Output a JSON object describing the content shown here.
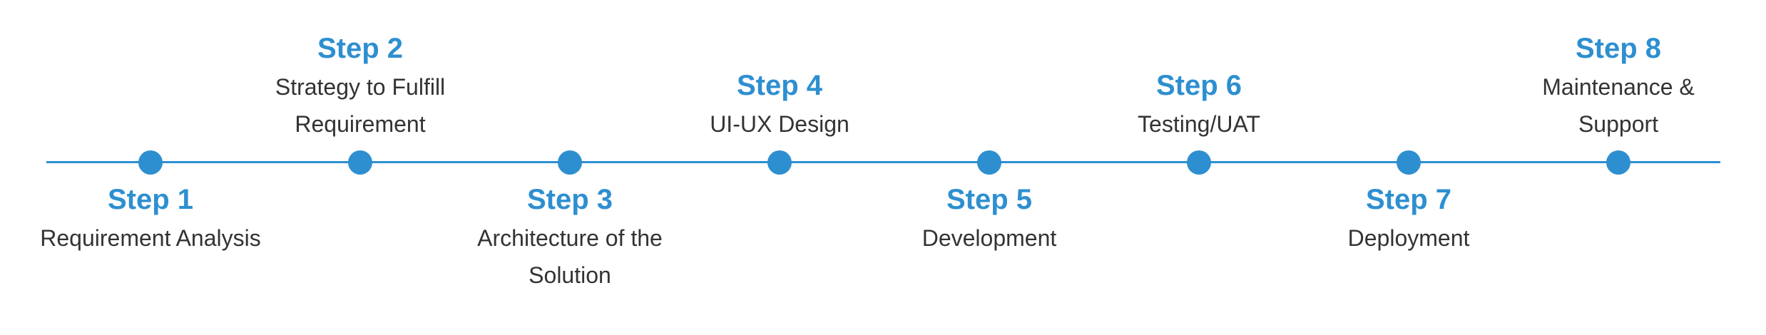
{
  "accent_color": "#2e8fd0",
  "text_color": "#333333",
  "steps": [
    {
      "title": "Step 1",
      "description": "Requirement Analysis"
    },
    {
      "title": "Step 2",
      "description": "Strategy to Fulfill Requirement"
    },
    {
      "title": "Step 3",
      "description": "Architecture of the Solution"
    },
    {
      "title": "Step 4",
      "description": "UI-UX Design"
    },
    {
      "title": "Step 5",
      "description": "Development"
    },
    {
      "title": "Step 6",
      "description": "Testing/UAT"
    },
    {
      "title": "Step 7",
      "description": "Deployment"
    },
    {
      "title": "Step 8",
      "description": "Maintenance & Support"
    }
  ]
}
